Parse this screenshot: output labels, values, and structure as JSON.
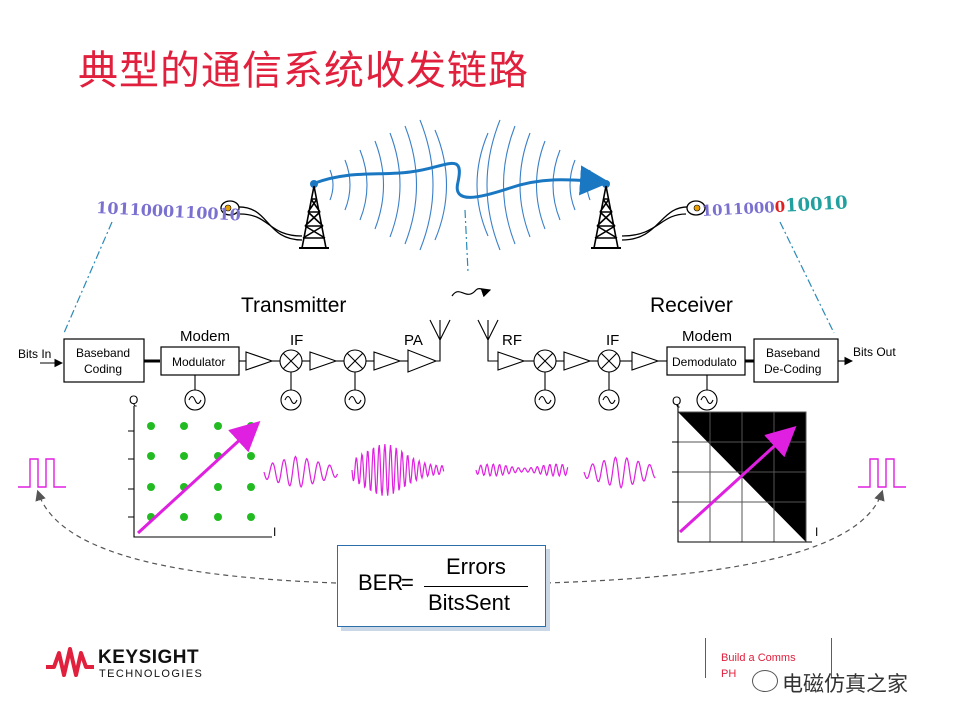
{
  "title": "典型的通信系统收发链路",
  "transmitter": {
    "heading": "Transmitter",
    "bits_in": "Bits In",
    "baseband_line1": "Baseband",
    "baseband_line2": "Coding",
    "modem": "Modem",
    "modulator": "Modulator",
    "if": "IF",
    "pa": "PA",
    "bitstream": "1011000110010"
  },
  "receiver": {
    "heading": "Receiver",
    "bits_out": "Bits Out",
    "baseband_line1": "Baseband",
    "baseband_line2": "De-Coding",
    "modem": "Modem",
    "demodulator": "Demodulato",
    "if": "IF",
    "rf": "RF",
    "bitstream_a": "1011000",
    "bitstream_red": "0",
    "bitstream_b": "10010"
  },
  "constellation_tx": {
    "q": "Q",
    "i": "I"
  },
  "constellation_rx": {
    "q": "Q",
    "i": "I"
  },
  "ber": {
    "label": "BER",
    "equals": "=",
    "numerator": "Errors",
    "denominator": "BitsSent"
  },
  "logo": {
    "word": "KEYSIGHT",
    "sub": "TECHNOLOGIES"
  },
  "footer": {
    "line1": "Build a Comms",
    "line2": "PH"
  },
  "watermark": "电磁仿真之家",
  "colors": {
    "title": "#e0203c",
    "accent_magenta": "#e020e0",
    "dot_green": "#22bb22",
    "wave_blue": "#3a80c8"
  }
}
